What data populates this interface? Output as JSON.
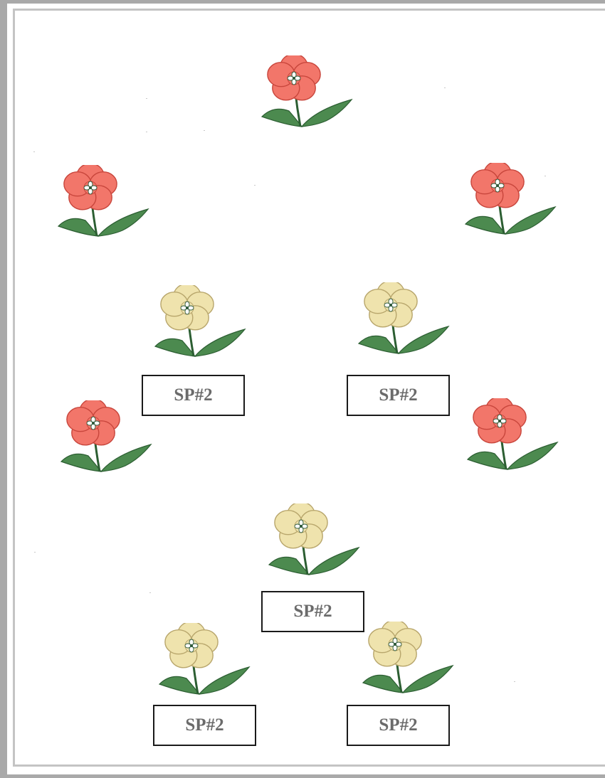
{
  "colors": {
    "frame": "#a9a9a9",
    "red_petal": "#f2766a",
    "red_petal_edge": "#c8463c",
    "cream_petal": "#efe3ad",
    "cream_petal_edge": "#b8a66c",
    "leaf": "#4c8a4f",
    "leaf_edge": "#2c5e32",
    "label_text": "#6b6b6b"
  },
  "flowers": [
    {
      "kind": "red",
      "icon": "red-flower-icon"
    },
    {
      "kind": "red",
      "icon": "red-flower-icon"
    },
    {
      "kind": "red",
      "icon": "red-flower-icon"
    },
    {
      "kind": "cream",
      "icon": "cream-flower-icon"
    },
    {
      "kind": "cream",
      "icon": "cream-flower-icon"
    },
    {
      "kind": "red",
      "icon": "red-flower-icon"
    },
    {
      "kind": "red",
      "icon": "red-flower-icon"
    },
    {
      "kind": "cream",
      "icon": "cream-flower-icon"
    },
    {
      "kind": "cream",
      "icon": "cream-flower-icon"
    },
    {
      "kind": "cream",
      "icon": "cream-flower-icon"
    }
  ],
  "labels": [
    "SP#2",
    "SP#2",
    "SP#2",
    "SP#2",
    "SP#2"
  ]
}
